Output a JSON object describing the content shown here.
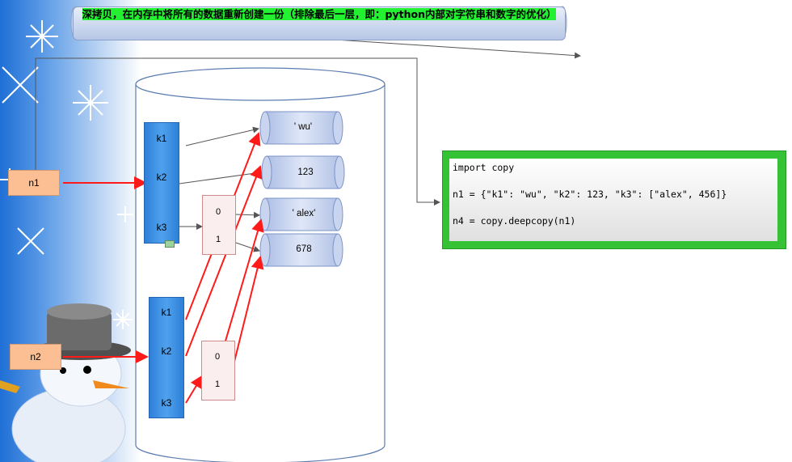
{
  "title": "深拷贝，在内存中将所有的数据重新创建一份（排除最后一层，即：python内部对字符串和数字的优化）",
  "nodes": {
    "n1": "n1",
    "n2": "n2"
  },
  "dict1": {
    "keys": [
      "k1",
      "k2",
      "k3"
    ]
  },
  "dict2": {
    "keys": [
      "k1",
      "k2",
      "k3"
    ]
  },
  "list1": {
    "indices": [
      "0",
      "1"
    ]
  },
  "list2": {
    "indices": [
      "0",
      "1"
    ]
  },
  "values": [
    "' wu'",
    "123",
    "' alex'",
    "678"
  ],
  "code": {
    "line1": "import copy",
    "line2": "n1 = {\"k1\": \"wu\", \"k2\": 123, \"k3\": [\"alex\", 456]}",
    "line3": "n4 = copy.deepcopy(n1)"
  },
  "colors": {
    "pointer_red": "#ff1a1a",
    "code_border": "#35c335",
    "title_highlight": "#22f030",
    "node_fill": "#fbbf93"
  }
}
